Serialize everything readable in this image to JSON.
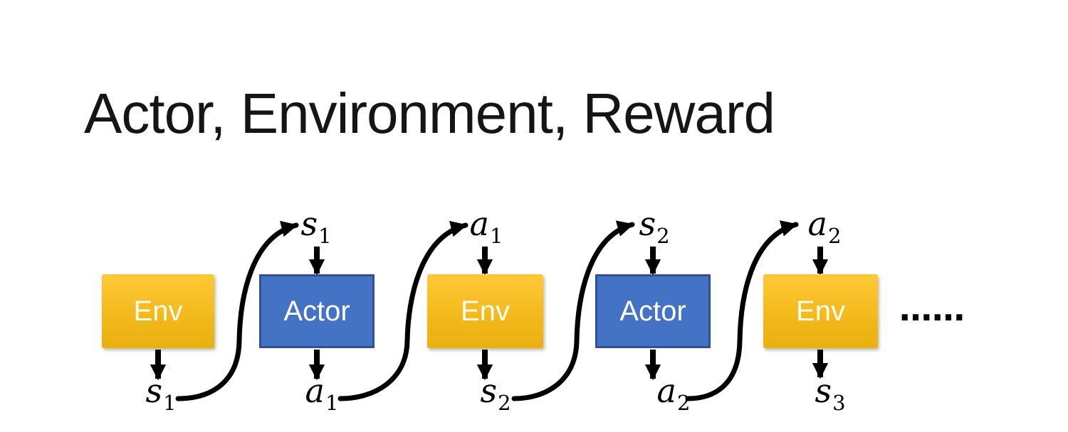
{
  "title": "Actor, Environment, Reward",
  "colors": {
    "env_gradient_top": "#FFC838",
    "env_gradient_bottom": "#EAAF10",
    "actor_fill": "#4472C4",
    "actor_border": "#2F528F",
    "box_text": "#FFFFFF",
    "arrow": "#000000",
    "title_text": "#151515"
  },
  "boxes": [
    {
      "label": "Env",
      "type": "env"
    },
    {
      "label": "Actor",
      "type": "actor"
    },
    {
      "label": "Env",
      "type": "env"
    },
    {
      "label": "Actor",
      "type": "actor"
    },
    {
      "label": "Env",
      "type": "env"
    }
  ],
  "top_labels": [
    {
      "base": "s",
      "sub": "1"
    },
    {
      "base": "a",
      "sub": "1"
    },
    {
      "base": "s",
      "sub": "2"
    },
    {
      "base": "a",
      "sub": "2"
    }
  ],
  "bottom_labels": [
    {
      "base": "s",
      "sub": "1"
    },
    {
      "base": "a",
      "sub": "1"
    },
    {
      "base": "s",
      "sub": "2"
    },
    {
      "base": "a",
      "sub": "2"
    },
    {
      "base": "s",
      "sub": "3"
    }
  ],
  "curved_connections": [
    {
      "from": "s1 (Env output)",
      "to": "s1 (Actor input)"
    },
    {
      "from": "a1 (Actor output)",
      "to": "a1 (Env input)"
    },
    {
      "from": "s2 (Env output)",
      "to": "s2 (Actor input)"
    },
    {
      "from": "a2 (Actor output)",
      "to": "a2 (Env input)"
    }
  ],
  "ellipsis": "……"
}
